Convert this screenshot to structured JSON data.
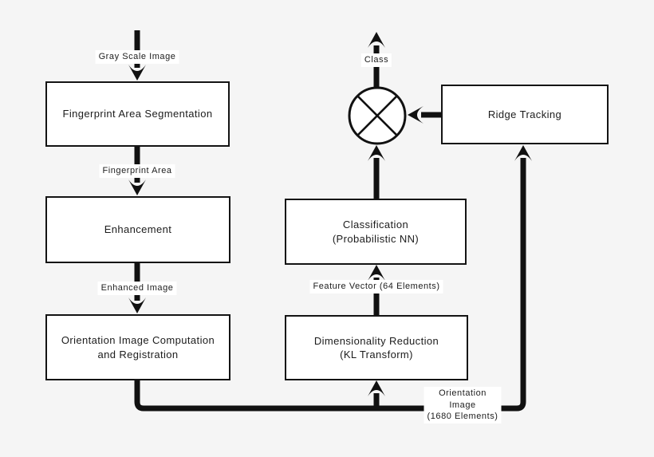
{
  "diagram": {
    "title": "Fingerprint classification pipeline flowchart",
    "colors": {
      "background": "#f5f5f5",
      "line": "#111111",
      "box_fill": "#ffffff",
      "box_border": "#141414",
      "text": "#1c1c1c"
    },
    "boxes": {
      "segmentation": {
        "label": "Fingerprint Area Segmentation"
      },
      "enhancement": {
        "label": "Enhancement"
      },
      "orientation": {
        "line1": "Orientation Image Computation",
        "line2": "and Registration"
      },
      "reduction": {
        "line1": "Dimensionality Reduction",
        "line2": "(KL Transform)"
      },
      "classification": {
        "line1": "Classification",
        "line2": "(Probabilistic NN)"
      },
      "ridge": {
        "label": "Ridge Tracking"
      }
    },
    "combiner": {
      "symbol": "crossed-circle"
    },
    "labels": {
      "gray_scale": "Gray Scale Image",
      "fingerprint_area": "Fingerprint Area",
      "enhanced_image": "Enhanced Image",
      "feature_vector": "Feature Vector (64 Elements)",
      "class_out": "Class",
      "orientation_image": {
        "line1": "Orientation",
        "line2": "Image",
        "line3": "(1680 Elements)"
      }
    },
    "edges": [
      {
        "from": "input",
        "to": "segmentation",
        "label": "Gray Scale Image"
      },
      {
        "from": "segmentation",
        "to": "enhancement",
        "label": "Fingerprint Area"
      },
      {
        "from": "enhancement",
        "to": "orientation",
        "label": "Enhanced Image"
      },
      {
        "from": "orientation",
        "to": "reduction",
        "label": "Orientation Image (1680 Elements)"
      },
      {
        "from": "orientation",
        "to": "ridge",
        "label": "Orientation Image (1680 Elements)"
      },
      {
        "from": "reduction",
        "to": "classification",
        "label": "Feature Vector (64 Elements)"
      },
      {
        "from": "classification",
        "to": "combiner",
        "label": ""
      },
      {
        "from": "ridge",
        "to": "combiner",
        "label": ""
      },
      {
        "from": "combiner",
        "to": "output",
        "label": "Class"
      }
    ]
  }
}
